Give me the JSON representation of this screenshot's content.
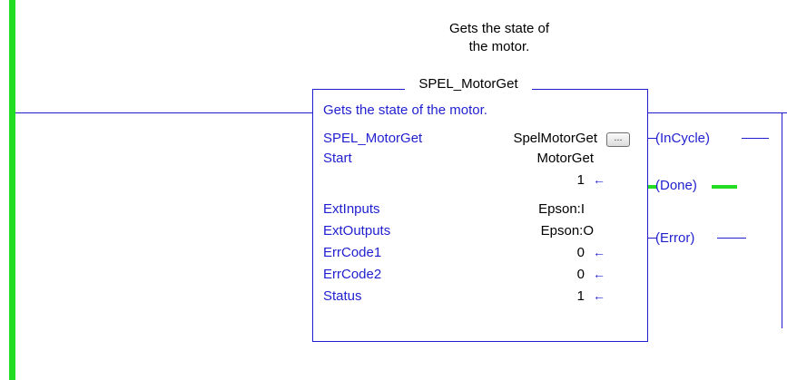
{
  "comment": {
    "line1": "Gets the state of",
    "line2": "the motor."
  },
  "block": {
    "title": "SPEL_MotorGet",
    "description": "Gets the state of the motor.",
    "ellipsis_label": "...",
    "rows": [
      {
        "label": "SPEL_MotorGet",
        "value": "SpelMotorGet",
        "arrow": ""
      },
      {
        "label": "Start",
        "value": "MotorGet",
        "arrow": ""
      },
      {
        "label": "",
        "value": "1",
        "arrow": "←"
      },
      {
        "label": "ExtInputs",
        "value": "Epson:I",
        "arrow": ""
      },
      {
        "label": "ExtOutputs",
        "value": "Epson:O",
        "arrow": ""
      },
      {
        "label": "ErrCode1",
        "value": "0",
        "arrow": "←"
      },
      {
        "label": "ErrCode2",
        "value": "0",
        "arrow": "←"
      },
      {
        "label": "Status",
        "value": "1",
        "arrow": "←"
      }
    ]
  },
  "outputs": {
    "incycle": "InCycle",
    "done": "Done",
    "error": "Error"
  },
  "colors": {
    "rail": "#22dd22",
    "wire": "#1f1fd0",
    "energized": "#22dd22"
  }
}
